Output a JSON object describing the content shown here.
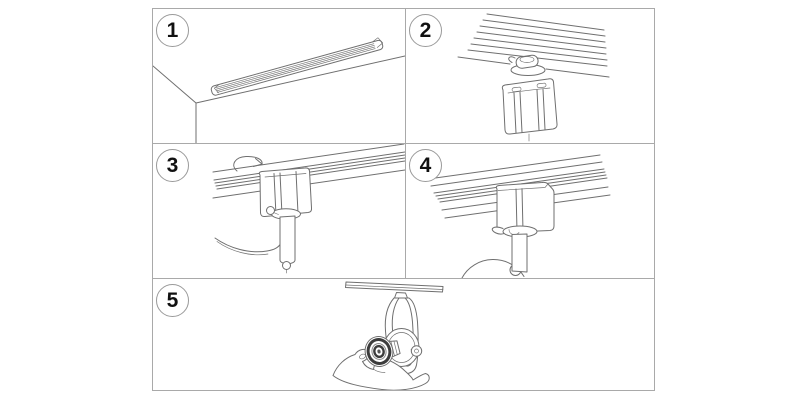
{
  "diagram": {
    "type": "instruction-steps",
    "subject": "track-light-installation",
    "steps": [
      {
        "number": "1",
        "illustration": "track-rail-mounted-on-ceiling"
      },
      {
        "number": "2",
        "illustration": "adapter-inserted-into-track"
      },
      {
        "number": "3",
        "illustration": "adapter-rotated-to-lock-with-arrow"
      },
      {
        "number": "4",
        "illustration": "adapter-locked-stem-hanging"
      },
      {
        "number": "5",
        "illustration": "hand-adjusting-spotlight-head"
      }
    ],
    "colors": {
      "background": "#ffffff",
      "panel_border": "#a9a9a9",
      "line_art": "#6f6f6f",
      "dark_lens": "#3c3c3c",
      "step_number": "#111111",
      "badge_border": "#9a9a9a"
    }
  }
}
